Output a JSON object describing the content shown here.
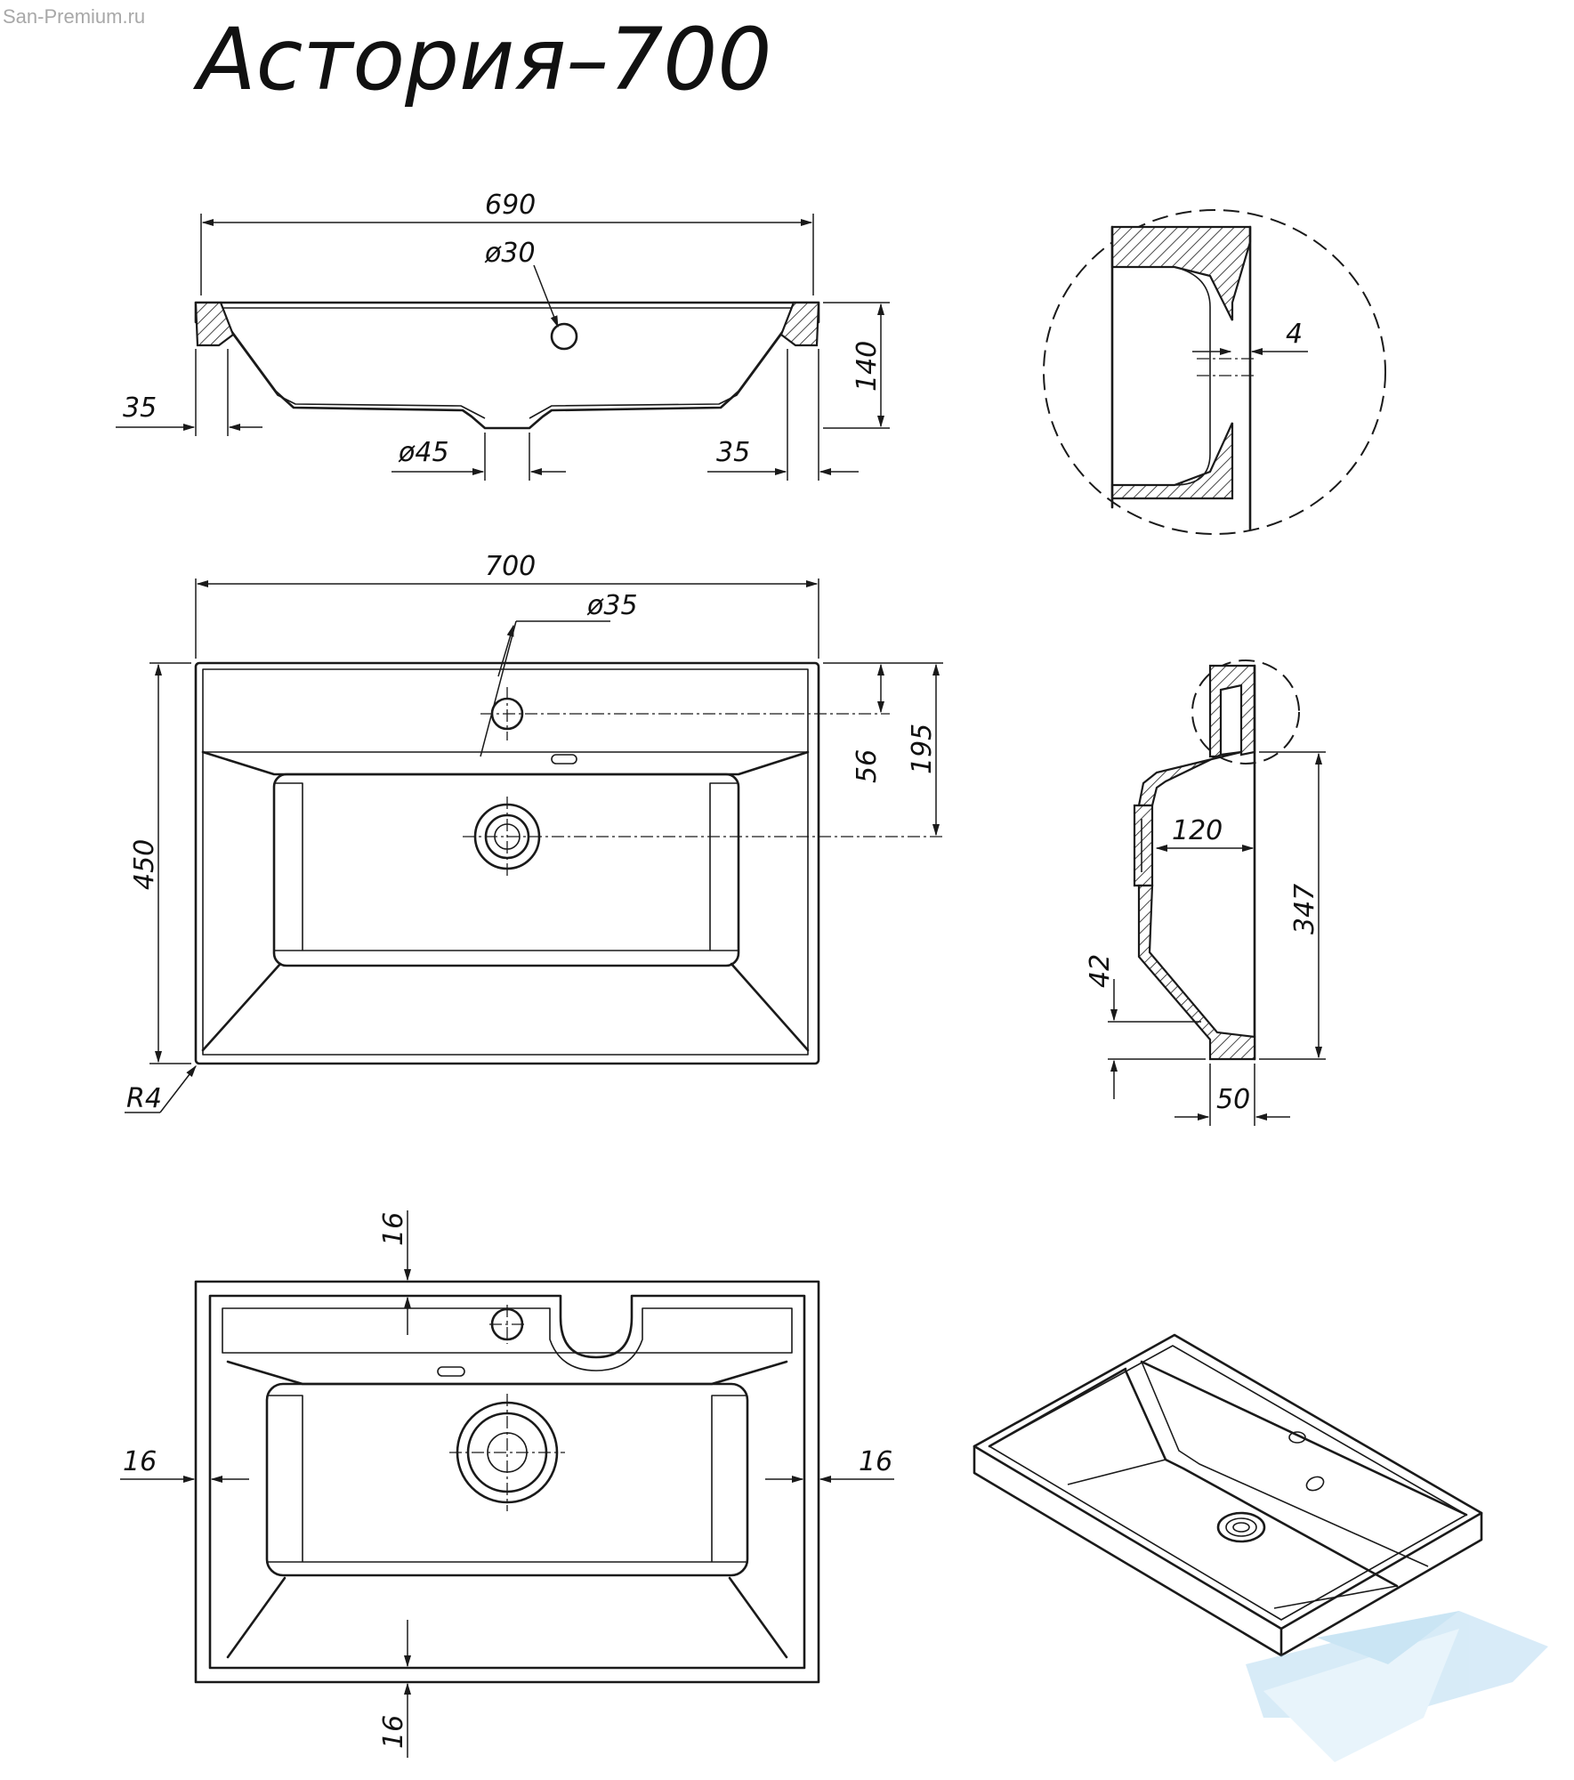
{
  "watermark": "San-Premium.ru",
  "title": "Астория–700",
  "dimensions": {
    "d690": "690",
    "d30": "ø30",
    "d140": "140",
    "d35_left": "35",
    "d45": "ø45",
    "d35_right": "35",
    "d4": "4",
    "d700": "700",
    "d35_hole": "ø35",
    "d56": "56",
    "d195": "195",
    "d450": "450",
    "dR4": "R4",
    "d120": "120",
    "d347": "347",
    "d42": "42",
    "d50": "50",
    "d16_top": "16",
    "d16_left": "16",
    "d16_right": "16",
    "d16_bottom": "16"
  }
}
